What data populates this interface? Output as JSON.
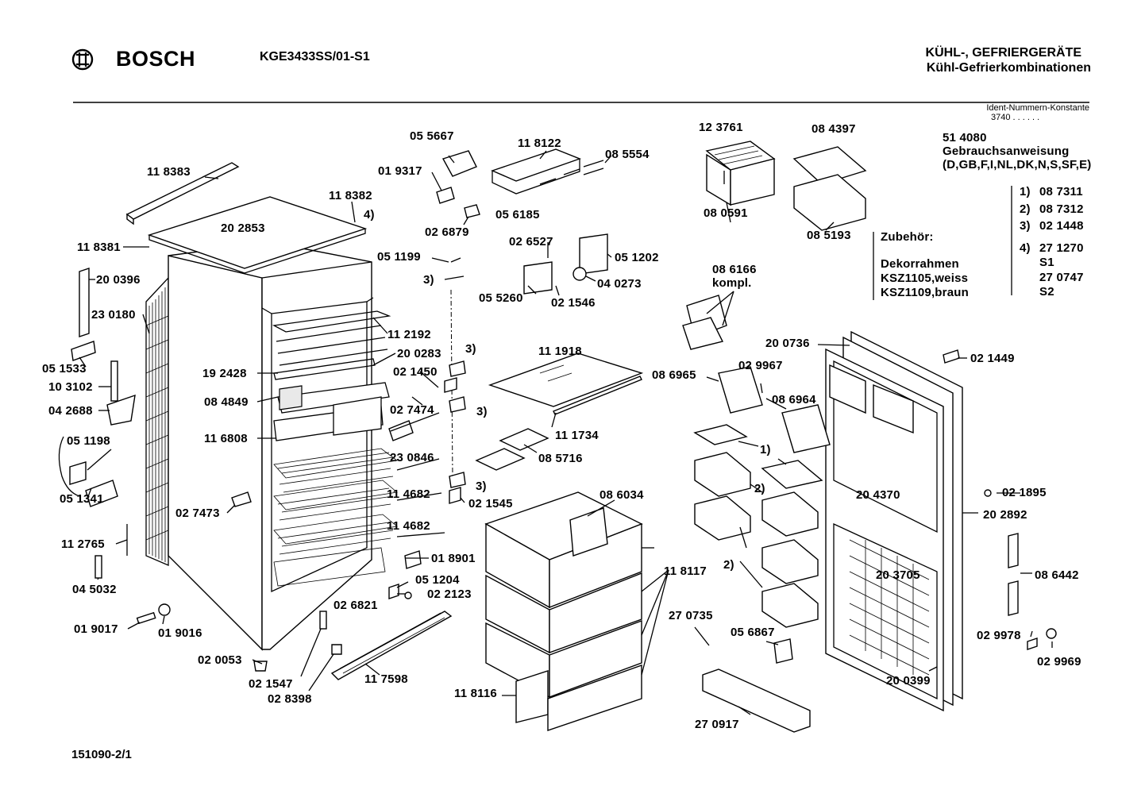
{
  "header": {
    "brand": "BOSCH",
    "model": "KGE3433SS/01-S1",
    "category_line1": "KÜHL-, GEFRIERGERÄTE",
    "category_line2": "Kühl-Gefrierkombinationen",
    "ident_title": "Ident-Nummern-Konstante",
    "ident_value": "3740  . .   . . . ."
  },
  "manual": {
    "number": "51 4080",
    "title": "Gebrauchsanweisung",
    "languages": "(D,GB,F,I,NL,DK,N,S,SF,E)"
  },
  "footnotes": [
    {
      "mark": "1)",
      "value": "08 7311"
    },
    {
      "mark": "2)",
      "value": "08 7312"
    },
    {
      "mark": "3)",
      "value": "02 1448"
    },
    {
      "mark": "4)",
      "value": "27 1270"
    },
    {
      "mark": "",
      "value": "S1"
    },
    {
      "mark": "",
      "value": "27 0747"
    },
    {
      "mark": "",
      "value": "S2"
    }
  ],
  "accessories": {
    "title": "Zubehör:",
    "line1": "Dekorrahmen",
    "line2": "KSZ1105,weiss",
    "line3": "KSZ1109,braun"
  },
  "parts": [
    "11 8383",
    "20 2853",
    "11 8382",
    "4)",
    "11 8381",
    "20 0396",
    "23 0180",
    "05 1533",
    "10 3102",
    "04 2688",
    "05 1198",
    "05 1341",
    "11 2765",
    "04 5032",
    "01 9017",
    "01 9016",
    "02 0053",
    "02 1547",
    "02 8398",
    "11 7598",
    "02 6821",
    "02 7473",
    "11 6808",
    "08 4849",
    "19 2428",
    "11 2192",
    "20 0283",
    "02 1450",
    "3)",
    "3)",
    "3)",
    "3)",
    "02 7474",
    "23 0846",
    "11 4682",
    "11 4682",
    "02 1545",
    "01 8901",
    "05 1204",
    "02 2123",
    "05 5667",
    "01 9317",
    "02 6879",
    "05 1199",
    "11 8122",
    "08 5554",
    "05 6185",
    "02 6527",
    "05 1202",
    "05 5260",
    "02 1546",
    "04 0273",
    "11 1918",
    "11 1734",
    "08 5716",
    "08 6034",
    "11 8117",
    "11 8116",
    "12 3761",
    "08 0591",
    "08 4397",
    "08 5193",
    "08 6166",
    "kompl.",
    "20 0736",
    "02 1449",
    "08 6965",
    "02 9967",
    "08 6964",
    "1)",
    "2)",
    "2)",
    "20 4370",
    "02 1895",
    "20 2892",
    "20 3705",
    "08 6442",
    "02 9978",
    "02 9969",
    "20 0399",
    "27 0735",
    "05 6867",
    "27 0917"
  ],
  "footer": {
    "drawing_number": "151090-2/1"
  },
  "colors": {
    "ink": "#000000",
    "paper": "#ffffff",
    "shade": "#e9e9e9"
  },
  "icons": {
    "logo": "bosch-armature-logo"
  }
}
